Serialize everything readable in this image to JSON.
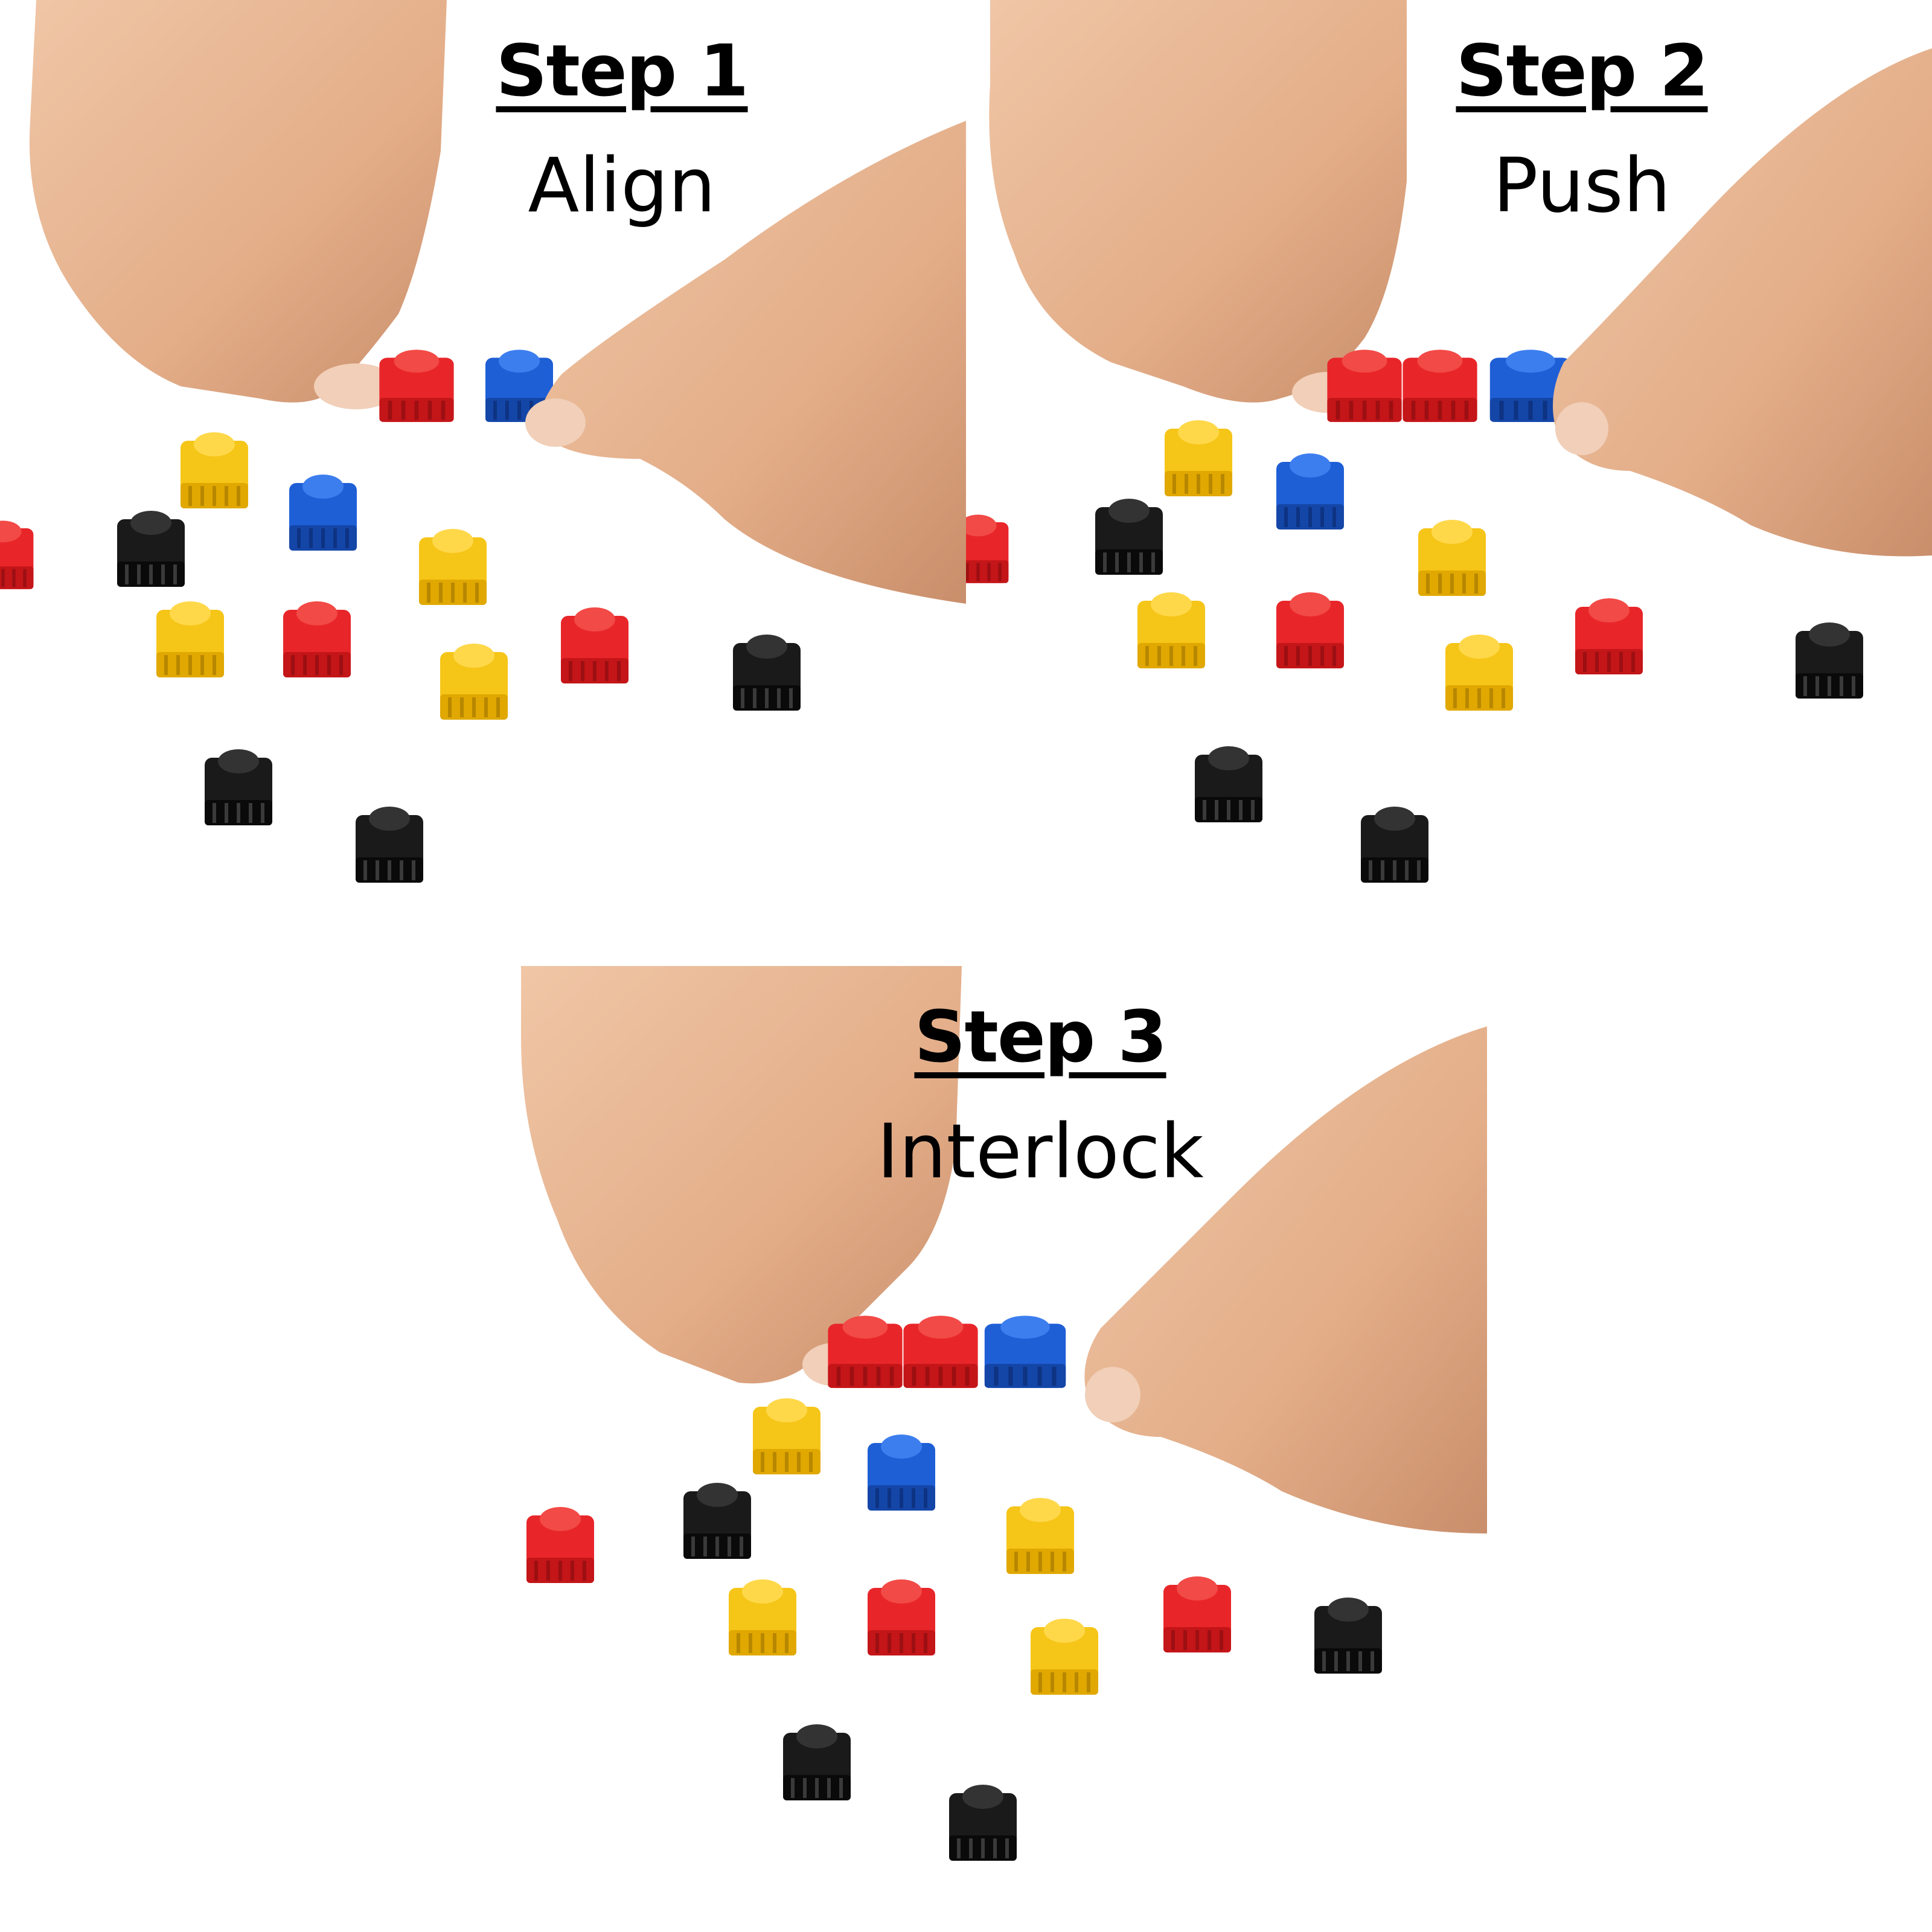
{
  "steps": [
    {
      "title": "Step 1",
      "action": "Align"
    },
    {
      "title": "Step 2",
      "action": "Push"
    },
    {
      "title": "Step 3",
      "action": "Interlock"
    }
  ],
  "colors": {
    "skin": "#e8b896",
    "red_block": "#e8262a",
    "blue_block": "#1f5fd6",
    "yellow_block": "#f5c518",
    "black_block": "#1a1a1a"
  }
}
